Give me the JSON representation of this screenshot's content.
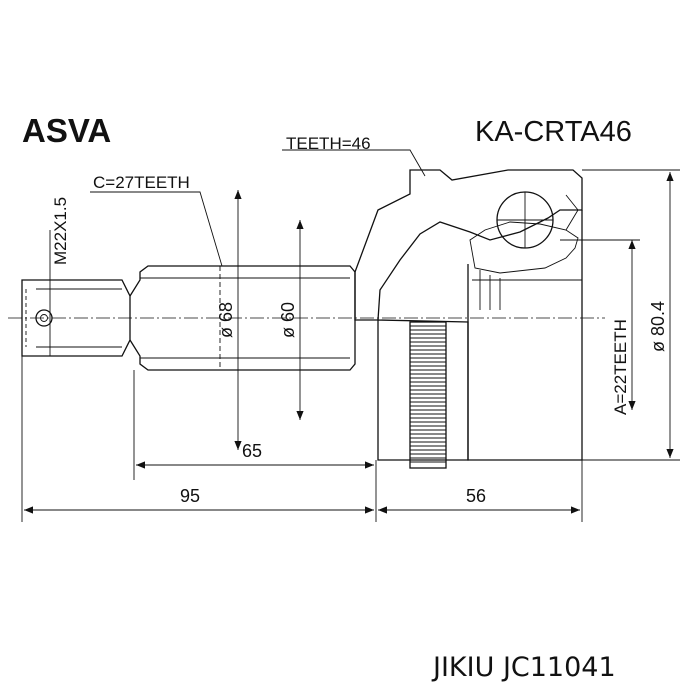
{
  "brand": "ASVA",
  "part_number": "KA-CRTA46",
  "labels": {
    "teeth_outer": "TEETH=46",
    "teeth_shaft": "C=27TEETH",
    "thread": "M22X1.5",
    "teeth_inner": "A=22TEETH"
  },
  "dimensions": {
    "d68": "ø 68",
    "d60": "ø 60",
    "d80": "ø 80.4",
    "len65": "65",
    "len95": "95",
    "len56": "56"
  },
  "footer": "JIKIU JC11041"
}
